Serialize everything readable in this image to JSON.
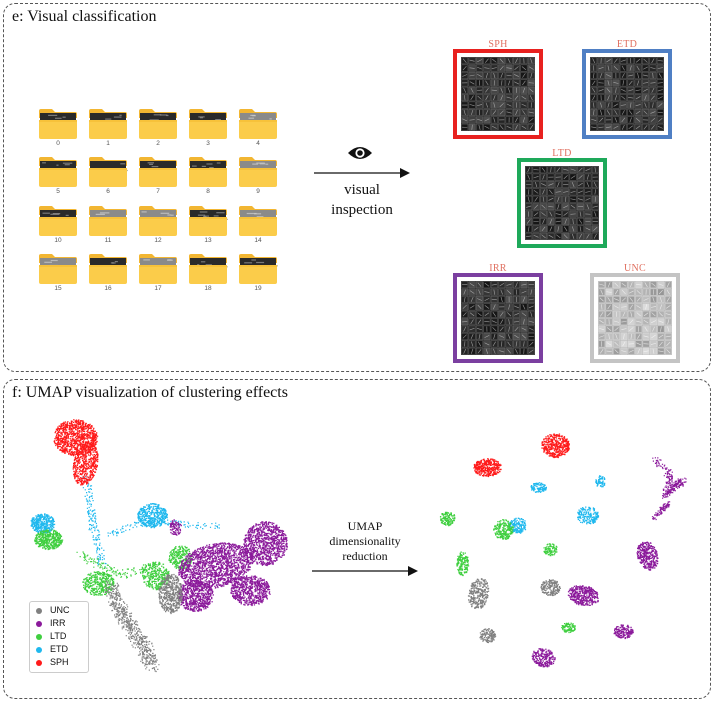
{
  "panel_e": {
    "title": "e: Visual classification",
    "folders": [
      "0",
      "1",
      "2",
      "3",
      "4",
      "5",
      "6",
      "7",
      "8",
      "9",
      "10",
      "11",
      "12",
      "13",
      "14",
      "15",
      "16",
      "17",
      "18",
      "19"
    ],
    "arrow_label_1": "visual",
    "arrow_label_2": "inspection",
    "eye_icon": "eye-icon",
    "classes": [
      {
        "label": "SPH",
        "color": "#e8211f"
      },
      {
        "label": "ETD",
        "color": "#4f7fc4"
      },
      {
        "label": "LTD",
        "color": "#1ea95a"
      },
      {
        "label": "IRR",
        "color": "#7b3fa0"
      },
      {
        "label": "UNC",
        "color": "#c4c4c4"
      }
    ]
  },
  "panel_f": {
    "title": "f: UMAP visualization of clustering effects",
    "arrow_label_1": "UMAP",
    "arrow_label_2": "dimensionality",
    "arrow_label_3": "reduction",
    "legend": [
      {
        "label": "UNC",
        "color": "#808080"
      },
      {
        "label": "IRR",
        "color": "#8b1a9b"
      },
      {
        "label": "LTD",
        "color": "#3fcf3f"
      },
      {
        "label": "ETD",
        "color": "#1fb8ee"
      },
      {
        "label": "SPH",
        "color": "#ff1a1a"
      }
    ]
  }
}
